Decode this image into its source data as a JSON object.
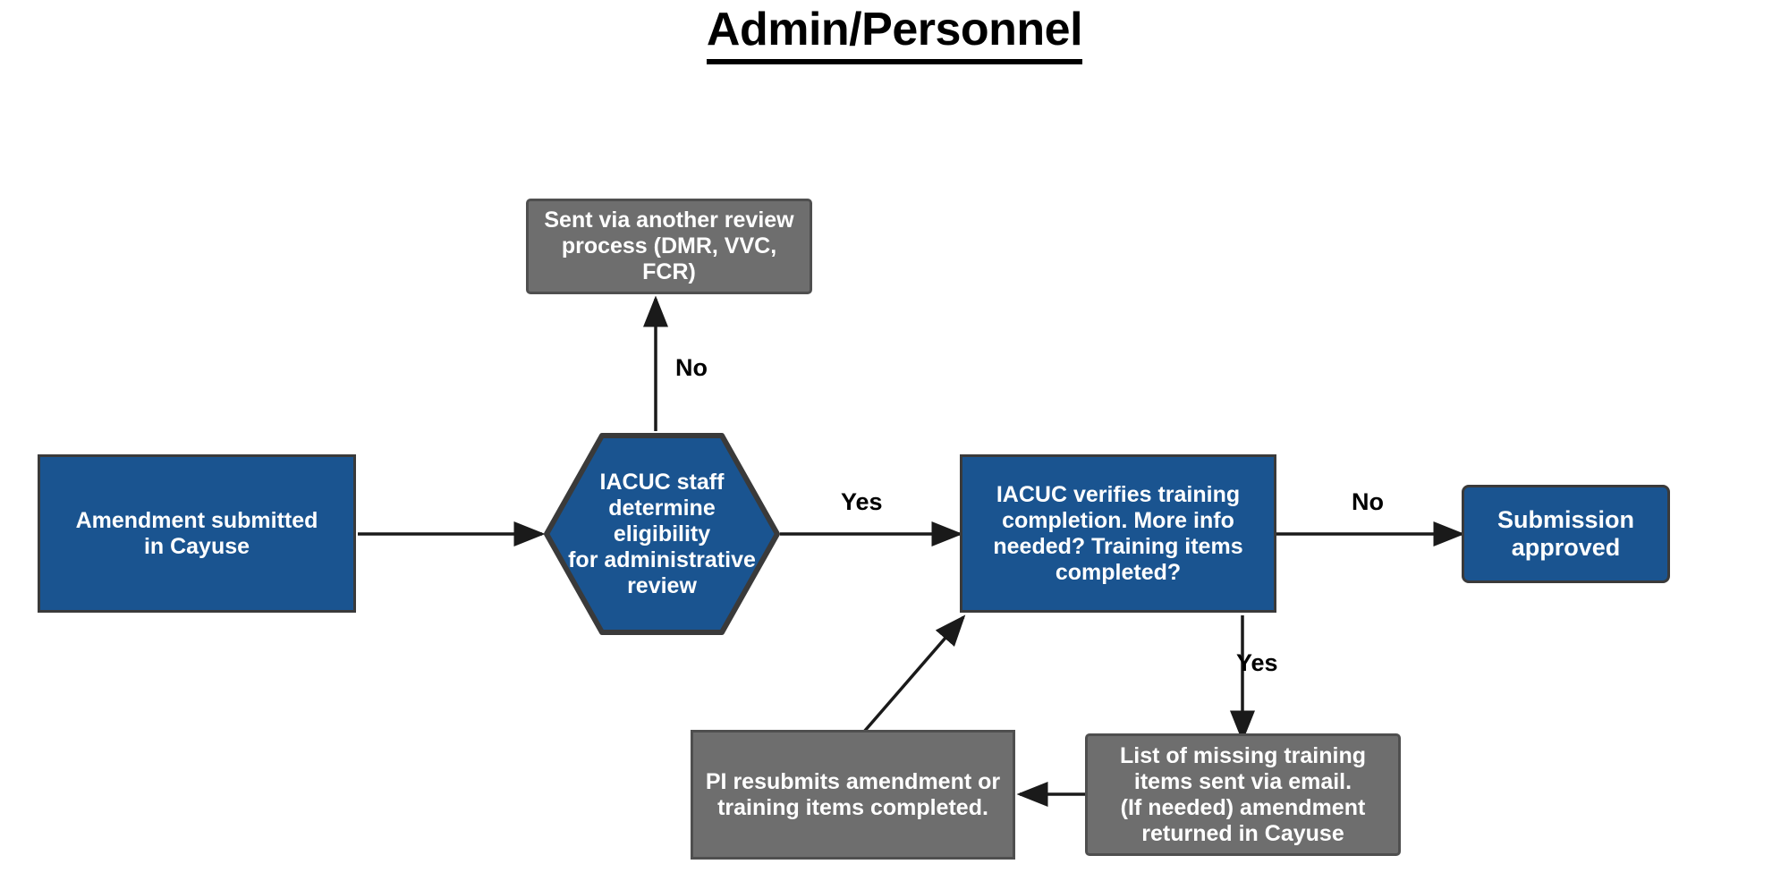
{
  "page": {
    "title": "Admin/Personnel",
    "background_color": "#ffffff"
  },
  "theme": {
    "blue_fill": "#1a5490",
    "blue_border": "#3a3a3a",
    "gray_fill": "#6e6e6e",
    "gray_border": "#4f4f4f",
    "text_on_shape": "#ffffff",
    "edge_color": "#1a1a1a",
    "title_color": "#000000"
  },
  "chart_data": {
    "type": "diagram",
    "title": "Admin/Personnel",
    "nodes": [
      {
        "id": "amendment-submitted",
        "label": "Amendment submitted\nin Cayuse",
        "shape": "rectangle",
        "color": "#1a5490"
      },
      {
        "id": "determine-eligibility",
        "label": "IACUC staff\ndetermine eligibility\nfor administrative\nreview",
        "shape": "hexagon",
        "color": "#1a5490"
      },
      {
        "id": "another-review-process",
        "label": "Sent via another review\nprocess (DMR, VVC, FCR)",
        "shape": "rounded-rectangle",
        "color": "#6e6e6e"
      },
      {
        "id": "verifies-training",
        "label": "IACUC verifies training\ncompletion. More info\nneeded? Training items\ncompleted?",
        "shape": "rectangle",
        "color": "#1a5490"
      },
      {
        "id": "submission-approved",
        "label": "Submission\napproved",
        "shape": "rounded-rectangle",
        "color": "#1a5490"
      },
      {
        "id": "missing-training-items",
        "label": "List of missing  training\nitems sent via email.\n(If needed) amendment\nreturned in Cayuse",
        "shape": "rounded-rectangle",
        "color": "#6e6e6e"
      },
      {
        "id": "pi-resubmits",
        "label": "PI resubmits amendment or\ntraining items completed.",
        "shape": "rectangle",
        "color": "#6e6e6e"
      }
    ],
    "edges": [
      {
        "from": "amendment-submitted",
        "to": "determine-eligibility",
        "label": ""
      },
      {
        "from": "determine-eligibility",
        "to": "another-review-process",
        "label": "No"
      },
      {
        "from": "determine-eligibility",
        "to": "verifies-training",
        "label": "Yes"
      },
      {
        "from": "verifies-training",
        "to": "submission-approved",
        "label": "No"
      },
      {
        "from": "verifies-training",
        "to": "missing-training-items",
        "label": "Yes"
      },
      {
        "from": "missing-training-items",
        "to": "pi-resubmits",
        "label": ""
      },
      {
        "from": "pi-resubmits",
        "to": "verifies-training",
        "label": ""
      }
    ],
    "edge_labels": [
      "No",
      "Yes",
      "No",
      "Yes"
    ]
  },
  "nodes": {
    "amendment_submitted": "Amendment submitted\nin Cayuse",
    "determine_eligibility": "IACUC staff\ndetermine eligibility\nfor administrative\nreview",
    "another_review_process": "Sent via another review\nprocess (DMR, VVC, FCR)",
    "verifies_training": "IACUC verifies training\ncompletion. More info\nneeded? Training items\ncompleted?",
    "submission_approved": "Submission\napproved",
    "missing_training_items": "List of missing  training\nitems sent via email.\n(If needed) amendment\nreturned in Cayuse",
    "pi_resubmits": "PI resubmits amendment or\ntraining items completed."
  },
  "edge_labels": {
    "eligibility_no": "No",
    "eligibility_yes": "Yes",
    "training_no": "No",
    "training_yes": "Yes"
  }
}
